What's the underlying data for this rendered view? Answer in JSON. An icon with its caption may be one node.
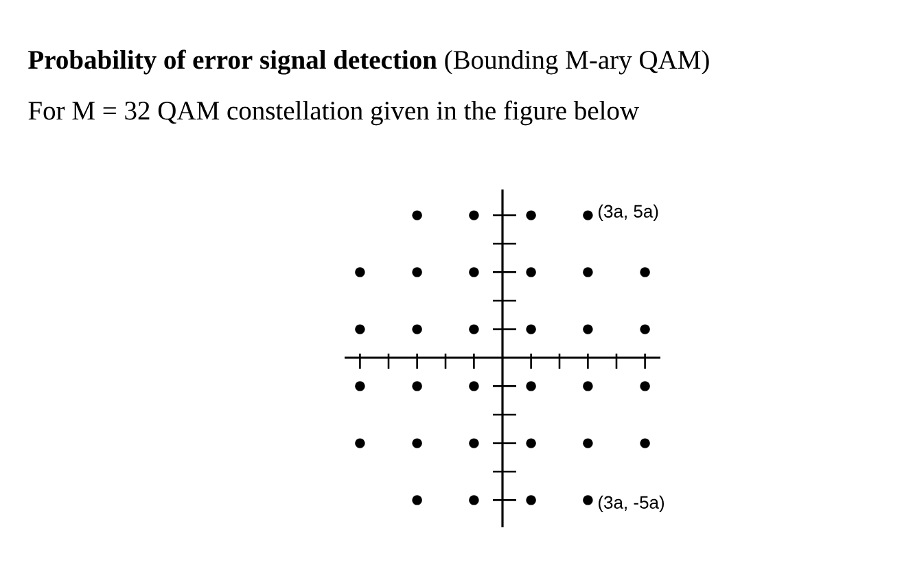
{
  "diagram": {
    "title": "**Probability of error signal detection** (Bounding M-ary QAM)",
    "labels": [
      "For M = 32 QAM constellation given in the figure below",
      "(3a, 5a)",
      "(3a, -5a)"
    ]
  }
}
